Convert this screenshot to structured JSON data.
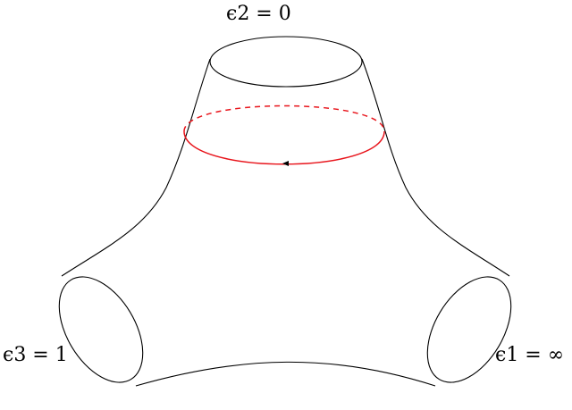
{
  "labels": {
    "top": "ϵ2 = 0",
    "left": "ϵ3 = 1",
    "right": "ϵ1 = ∞"
  },
  "colors": {
    "surface_outline": "#000000",
    "cycle": "#e8141b"
  }
}
